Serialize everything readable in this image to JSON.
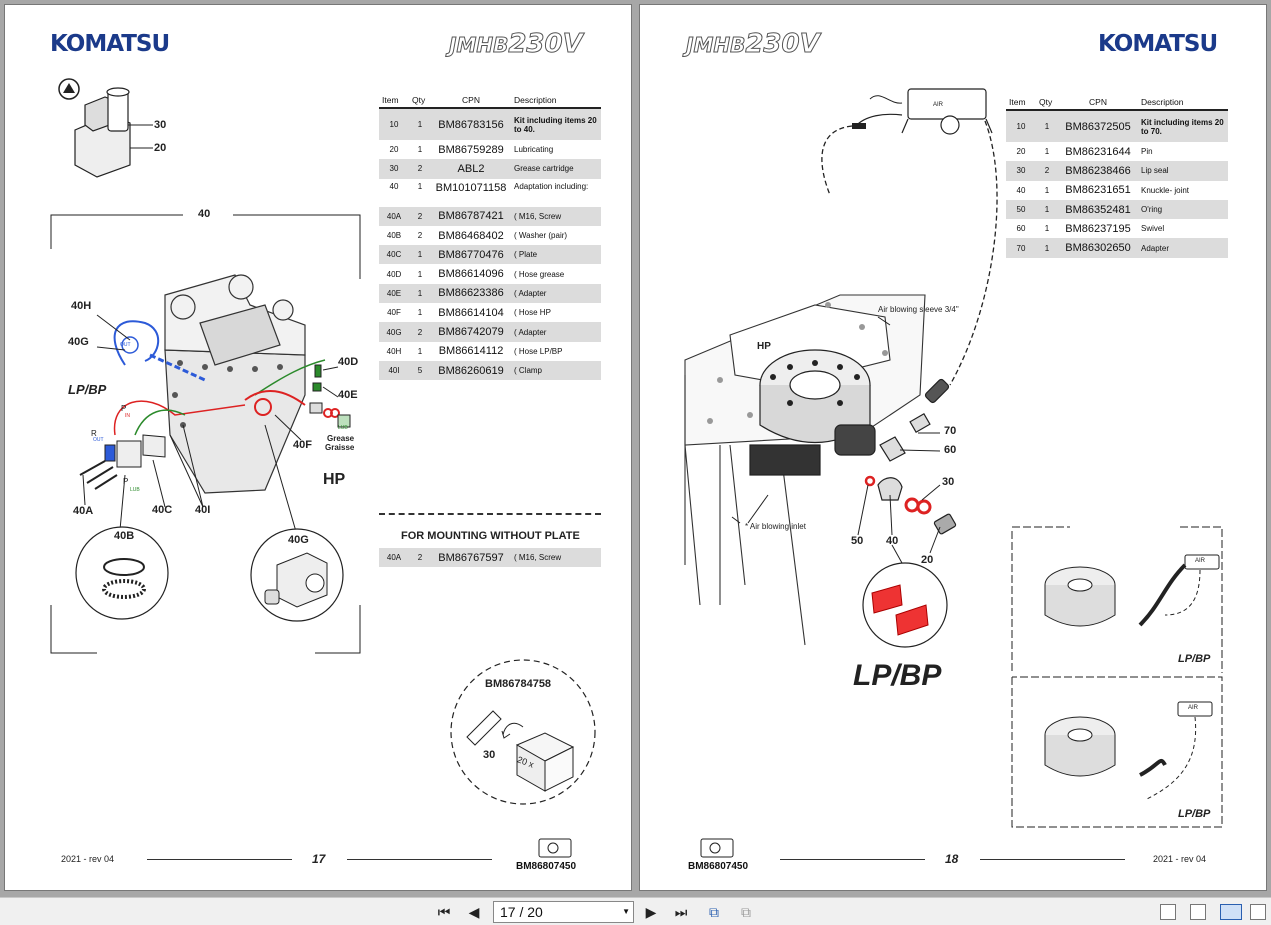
{
  "brand": "KOMATSU",
  "model_prefix": "JMHB",
  "model_number": "230V",
  "left_page": {
    "table_headers": {
      "item": "Item",
      "qty": "Qty",
      "cpn": "CPN",
      "desc": "Description"
    },
    "rows": [
      {
        "item": "10",
        "qty": "1",
        "cpn": "BM86783156",
        "desc": "Kit including items 20 to 40.",
        "kit": true
      },
      {
        "item": "20",
        "qty": "1",
        "cpn": "BM86759289",
        "desc": "Lubricating"
      },
      {
        "item": "30",
        "qty": "2",
        "cpn": "ABL2",
        "desc": "Grease cartridge"
      },
      {
        "item": "40",
        "qty": "1",
        "cpn": "BM101071158",
        "desc": "Adaptation including:"
      },
      {
        "item": "40A",
        "qty": "2",
        "cpn": "BM86787421",
        "desc": "( M16, Screw"
      },
      {
        "item": "40B",
        "qty": "2",
        "cpn": "BM86468402",
        "desc": "( Washer (pair)"
      },
      {
        "item": "40C",
        "qty": "1",
        "cpn": "BM86770476",
        "desc": "( Plate"
      },
      {
        "item": "40D",
        "qty": "1",
        "cpn": "BM86614096",
        "desc": "( Hose grease"
      },
      {
        "item": "40E",
        "qty": "1",
        "cpn": "BM86623386",
        "desc": "( Adapter"
      },
      {
        "item": "40F",
        "qty": "1",
        "cpn": "BM86614104",
        "desc": "( Hose HP"
      },
      {
        "item": "40G",
        "qty": "2",
        "cpn": "BM86742079",
        "desc": "( Adapter"
      },
      {
        "item": "40H",
        "qty": "1",
        "cpn": "BM86614112",
        "desc": "( Hose LP/BP"
      },
      {
        "item": "40I",
        "qty": "5",
        "cpn": "BM86260619",
        "desc": "( Clamp"
      }
    ],
    "mount_title": "FOR MOUNTING WITHOUT PLATE",
    "mount_row": {
      "item": "40A",
      "qty": "2",
      "cpn": "BM86767597",
      "desc": "( M16, Screw"
    },
    "callouts": {
      "c30": "30",
      "c20": "20",
      "c40": "40",
      "c40H": "40H",
      "c40G": "40G",
      "c40D": "40D",
      "c40E": "40E",
      "c40F": "40F",
      "c40A": "40A",
      "c40C": "40C",
      "c40I": "40I",
      "c40B": "40B",
      "c40G2": "40G",
      "lpbp": "LP/BP",
      "hp": "HP",
      "poil": "P",
      "roil": "R",
      "pgrease": "P",
      "grease": "Grease",
      "graisse": "Graisse",
      "out1": "OUT",
      "in1": "IN",
      "out2": "OUT",
      "lub1": "LUB",
      "lub2": "LUB",
      "kit_code": "BM86784758",
      "kit_item": "30",
      "box": "20 x"
    },
    "footer": {
      "year": "2021 -  rev 04",
      "page": "17",
      "code": "BM86807450"
    }
  },
  "right_page": {
    "table_headers": {
      "item": "Item",
      "qty": "Qty",
      "cpn": "CPN",
      "desc": "Description"
    },
    "rows": [
      {
        "item": "10",
        "qty": "1",
        "cpn": "BM86372505",
        "desc": "Kit including items 20 to 70.",
        "kit": true
      },
      {
        "item": "20",
        "qty": "1",
        "cpn": "BM86231644",
        "desc": "Pin"
      },
      {
        "item": "30",
        "qty": "2",
        "cpn": "BM86238466",
        "desc": "Lip seal"
      },
      {
        "item": "40",
        "qty": "1",
        "cpn": "BM86231651",
        "desc": "Knuckle- joint"
      },
      {
        "item": "50",
        "qty": "1",
        "cpn": "BM86352481",
        "desc": "O'ring"
      },
      {
        "item": "60",
        "qty": "1",
        "cpn": "BM86237195",
        "desc": "Swivel"
      },
      {
        "item": "70",
        "qty": "1",
        "cpn": "BM86302650",
        "desc": "Adapter"
      }
    ],
    "callouts": {
      "air": "AIR",
      "air_sleeve": "Air blowing sleeve 3/4\"",
      "air_inlet": "* Air blowing inlet",
      "hp": "HP",
      "c70": "70",
      "c60": "60",
      "c30": "30",
      "c50": "50",
      "c40": "40",
      "c20": "20",
      "lpbp_big": "LP/BP",
      "lpbp1": "LP/BP",
      "lpbp2": "LP/BP",
      "air2": "AIR",
      "air3": "AIR"
    },
    "footer": {
      "year": "2021 -  rev 04",
      "page": "18",
      "code": "BM86807450"
    }
  },
  "toolbar": {
    "page_indicator": "17 / 20"
  }
}
